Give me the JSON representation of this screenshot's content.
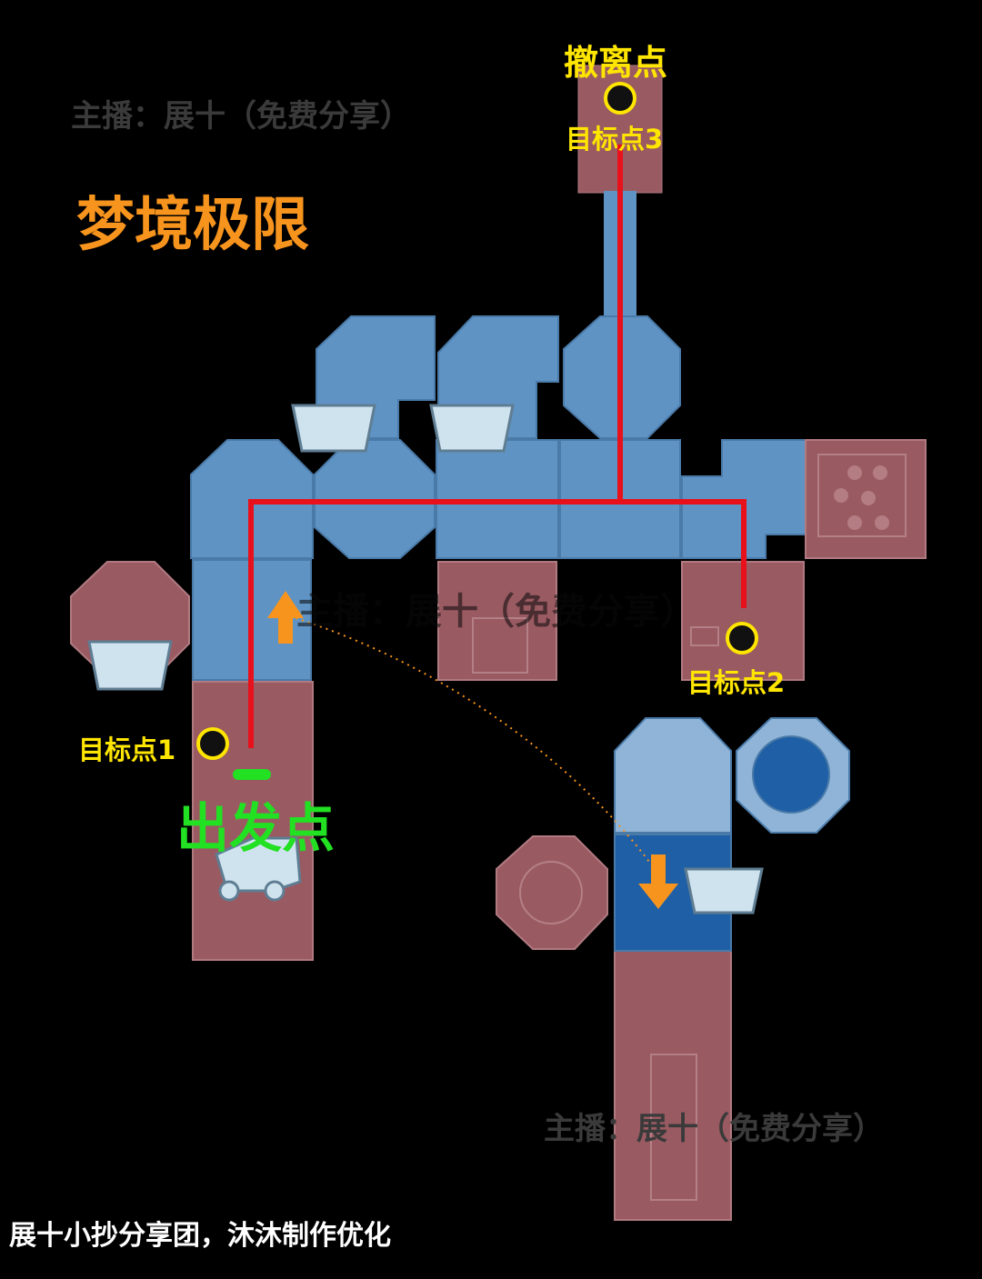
{
  "watermark": "主播：展十（免费分享）",
  "title": "梦境极限",
  "labels": {
    "exit": "撤离点",
    "target3": "目标点3",
    "target2": "目标点2",
    "target1": "目标点1",
    "start": "出发点"
  },
  "credit": "展十小抄分享团，沐沐制作优化",
  "colors": {
    "room_blue": "#5f93c4",
    "room_red": "#9a5a62",
    "room_deep_blue": "#1f5fa6",
    "route": "#e8101a",
    "arrow": "#f7941d",
    "target_ring": "#ffe600",
    "start_marker": "#22e022"
  },
  "icons": [
    "crate-icon",
    "truck-icon",
    "target-marker-icon",
    "arrow-up-icon",
    "arrow-down-icon"
  ]
}
